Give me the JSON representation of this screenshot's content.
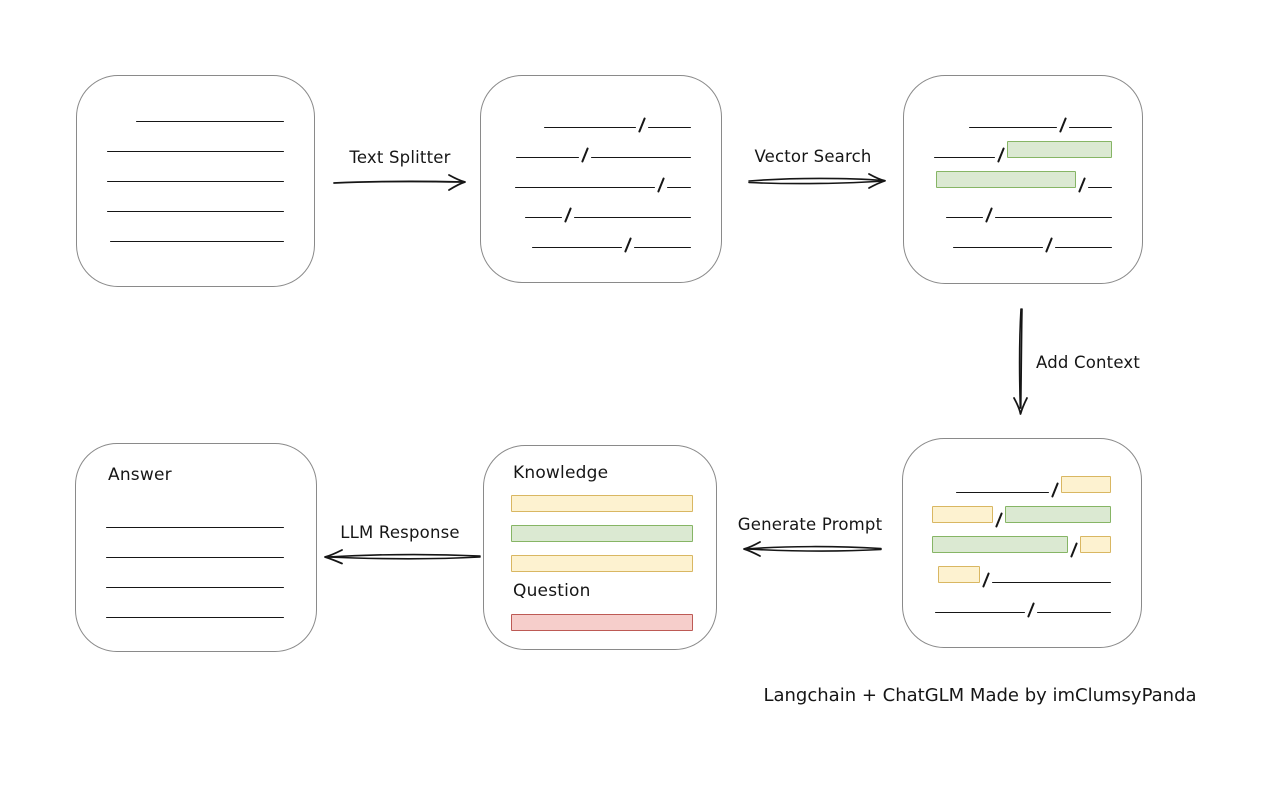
{
  "caption": "Langchain + ChatGLM Made by imClumsyPanda",
  "arrows": {
    "text_splitter": {
      "label": "Text Splitter"
    },
    "vector_search": {
      "label": "Vector Search"
    },
    "add_context": {
      "label": "Add Context"
    },
    "generate_prompt": {
      "label": "Generate Prompt"
    },
    "llm_response": {
      "label": "LLM Response"
    }
  },
  "boxes": {
    "source_document": {
      "rows": [
        [
          {
            "t": "line",
            "w": 148
          }
        ],
        [
          {
            "t": "line",
            "w": 180
          }
        ],
        [
          {
            "t": "line",
            "w": 178
          }
        ],
        [
          {
            "t": "line",
            "w": 180
          }
        ],
        [
          {
            "t": "line",
            "w": 174
          }
        ]
      ]
    },
    "split_document": {
      "rows": [
        [
          {
            "t": "line",
            "w": 92
          },
          {
            "t": "slash"
          },
          {
            "t": "line",
            "w": 43
          }
        ],
        [
          {
            "t": "line",
            "w": 63
          },
          {
            "t": "slash"
          },
          {
            "t": "line",
            "w": 100
          }
        ],
        [
          {
            "t": "line",
            "w": 140
          },
          {
            "t": "slash"
          },
          {
            "t": "line",
            "w": 24
          }
        ],
        [
          {
            "t": "line",
            "w": 37
          },
          {
            "t": "slash"
          },
          {
            "t": "line",
            "w": 117
          }
        ],
        [
          {
            "t": "line",
            "w": 90
          },
          {
            "t": "slash"
          },
          {
            "t": "line",
            "w": 57
          }
        ]
      ]
    },
    "vector_document": {
      "rows": [
        [
          {
            "t": "line",
            "w": 88
          },
          {
            "t": "slash"
          },
          {
            "t": "line",
            "w": 43
          }
        ],
        [
          {
            "t": "line",
            "w": 63
          },
          {
            "t": "slash"
          },
          {
            "t": "chip",
            "c": "green",
            "w": 107
          }
        ],
        [
          {
            "t": "chip",
            "c": "green",
            "w": 138
          },
          {
            "t": "slash"
          },
          {
            "t": "line",
            "w": 24
          }
        ],
        [
          {
            "t": "line",
            "w": 37
          },
          {
            "t": "slash"
          },
          {
            "t": "line",
            "w": 117
          }
        ],
        [
          {
            "t": "line",
            "w": 90
          },
          {
            "t": "slash"
          },
          {
            "t": "line",
            "w": 57
          }
        ]
      ]
    },
    "context_document": {
      "rows": [
        [
          {
            "t": "line",
            "w": 93
          },
          {
            "t": "slash"
          },
          {
            "t": "chip",
            "c": "yellow",
            "w": 48
          }
        ],
        [
          {
            "t": "chip",
            "c": "yellow",
            "w": 60
          },
          {
            "t": "slash"
          },
          {
            "t": "chip",
            "c": "green",
            "w": 107
          }
        ],
        [
          {
            "t": "chip",
            "c": "green",
            "w": 138
          },
          {
            "t": "slash"
          },
          {
            "t": "chip",
            "c": "yellow",
            "w": 30
          }
        ],
        [
          {
            "t": "chip",
            "c": "yellow",
            "w": 40
          },
          {
            "t": "slash"
          },
          {
            "t": "line",
            "w": 119
          }
        ],
        [
          {
            "t": "line",
            "w": 90
          },
          {
            "t": "slash"
          },
          {
            "t": "line",
            "w": 74
          }
        ]
      ]
    },
    "prompt": {
      "knowledge_label": "Knowledge",
      "question_label": "Question",
      "knowledge_rows": [
        [
          {
            "t": "chip",
            "c": "yellow",
            "w": 182
          }
        ],
        [
          {
            "t": "chip",
            "c": "green",
            "w": 182
          }
        ],
        [
          {
            "t": "chip",
            "c": "yellow",
            "w": 182
          }
        ]
      ],
      "question_rows": [
        [
          {
            "t": "chip",
            "c": "red",
            "w": 182
          }
        ]
      ]
    },
    "answer": {
      "label": "Answer",
      "rows": [
        [
          {
            "t": "line",
            "w": 178
          }
        ],
        [
          {
            "t": "line",
            "w": 178
          }
        ],
        [
          {
            "t": "line",
            "w": 178
          }
        ],
        [
          {
            "t": "line",
            "w": 178
          }
        ]
      ]
    }
  },
  "colors": {
    "box_border": "#8a8a8a",
    "ink": "#161616",
    "green_fill": "#dbe9d2",
    "green_border": "#86b565",
    "yellow_fill": "#fdf2d0",
    "yellow_border": "#d9b762",
    "red_fill": "#f6cecb",
    "red_border": "#bd5a55"
  }
}
